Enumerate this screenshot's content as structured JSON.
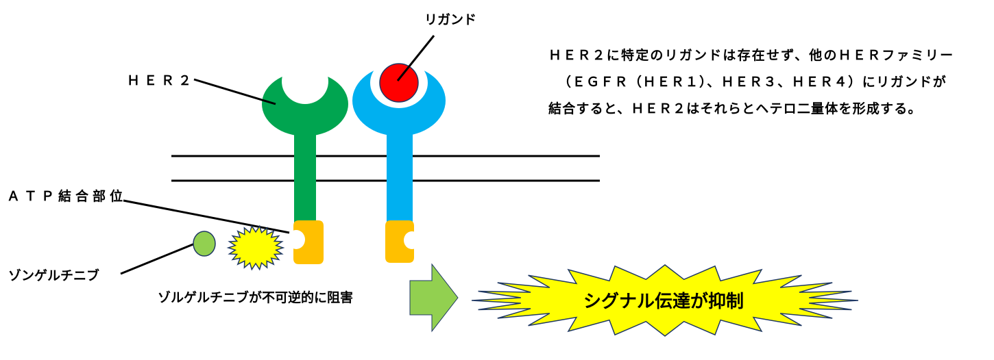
{
  "labels": {
    "ligand": "リガンド",
    "her2": "ＨＥＲ２",
    "atp_site": "ＡＴＰ結合部位",
    "drug": "ゾンゲルチニブ",
    "inhibition": "ゾルゲルチニブが不可逆的に阻害",
    "result": "シグナル伝達が抑制"
  },
  "description": [
    "ＨＥＲ２に特定のリガンドは存在せず、他のＨＥＲファミリー",
    "（ＥＧＦＲ（ＨＥＲ１）、ＨＥＲ３、ＨＥＲ４）にリガンドが",
    "結合すると、ＨＥＲ２はそれらとヘテロ二量体を形成する。"
  ],
  "colors": {
    "her2_receptor": "#00a550",
    "partner_receptor": "#00b0f0",
    "kinase_domain": "#ffc000",
    "ligand": "#ff0000",
    "drug_molecule": "#92d050",
    "drug_burst": "#ffff00",
    "arrow": "#92d050",
    "result_burst": "#ffff00",
    "outline_dark": "#1f3864"
  }
}
